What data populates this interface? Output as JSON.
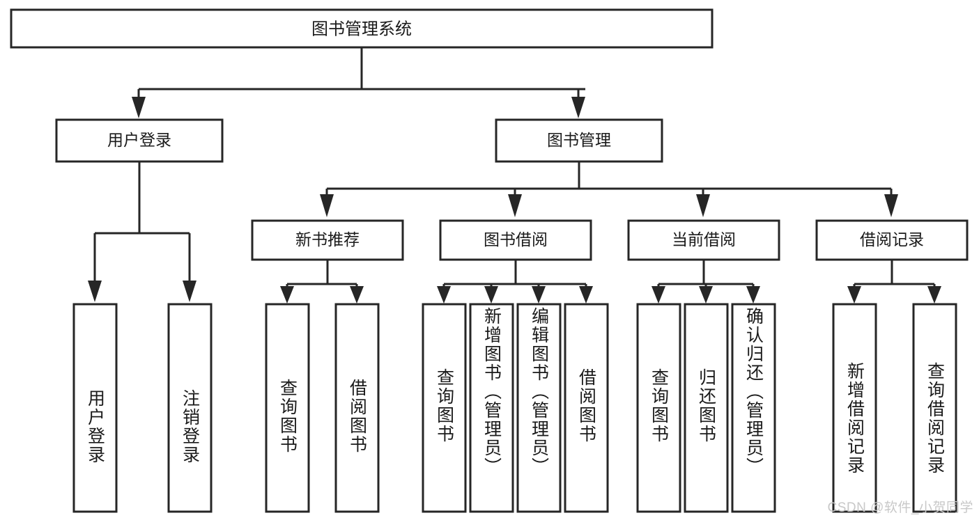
{
  "diagram": {
    "type": "hierarchy-tree",
    "title": "图书管理系统",
    "watermark": "CSDN @软件_小贺同学",
    "colors": {
      "background": "#ffffff",
      "box_stroke": "#262626",
      "box_fill": "#ffffff",
      "text": "#1a1a1a",
      "watermark": "#c8c8c8"
    },
    "root": {
      "label": "图书管理系统",
      "children": [
        {
          "label": "用户登录",
          "children": [
            {
              "label": "用户登录"
            },
            {
              "label": "注销登录"
            }
          ]
        },
        {
          "label": "图书管理",
          "children": [
            {
              "label": "新书推荐",
              "children": [
                {
                  "label": "查询图书"
                },
                {
                  "label": "借阅图书"
                }
              ]
            },
            {
              "label": "图书借阅",
              "children": [
                {
                  "label": "查询图书"
                },
                {
                  "label": "新增图书（管理员）"
                },
                {
                  "label": "编辑图书（管理员）"
                },
                {
                  "label": "借阅图书"
                }
              ]
            },
            {
              "label": "当前借阅",
              "children": [
                {
                  "label": "查询图书"
                },
                {
                  "label": "归还图书"
                },
                {
                  "label": "确认归还（管理员）"
                }
              ]
            },
            {
              "label": "借阅记录",
              "children": [
                {
                  "label": "新增借阅记录"
                },
                {
                  "label": "查询借阅记录"
                }
              ]
            }
          ]
        }
      ]
    },
    "nodes": {
      "title": "图书管理系统",
      "user_login": "用户登录",
      "book_manage": "图书管理",
      "new_book_rec": "新书推荐",
      "book_borrow": "图书借阅",
      "current_borrow": "当前借阅",
      "borrow_record": "借阅记录"
    },
    "leaves": {
      "l1": "用户登录",
      "l2": "注销登录",
      "l3": "查询图书",
      "l4": "借阅图书",
      "l5": "查询图书",
      "l6": "新增图书（管理员）",
      "l7": "编辑图书（管理员）",
      "l8": "借阅图书",
      "l9": "查询图书",
      "l10": "归还图书",
      "l11": "确认归还（管理员）",
      "l12": "新增借阅记录",
      "l13": "查询借阅记录"
    }
  }
}
